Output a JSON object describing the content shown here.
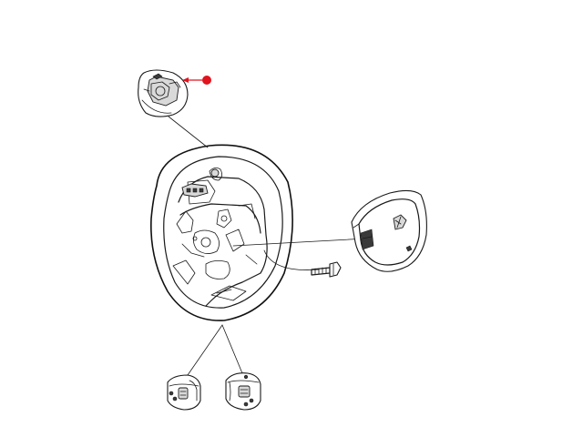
{
  "diagram": {
    "parts": [
      {
        "id": "clockspring",
        "label": ""
      },
      {
        "id": "steering-wheel",
        "label": ""
      },
      {
        "id": "airbag-module",
        "label": ""
      },
      {
        "id": "retaining-bolt",
        "label": ""
      },
      {
        "id": "switch-left",
        "label": ""
      },
      {
        "id": "switch-right",
        "label": ""
      }
    ],
    "callout": {
      "marker_color": "#e0141e",
      "arrow_color": "#e0141e",
      "target": "clockspring"
    },
    "colors": {
      "line": "#1a1a1a",
      "background": "#ffffff"
    }
  }
}
